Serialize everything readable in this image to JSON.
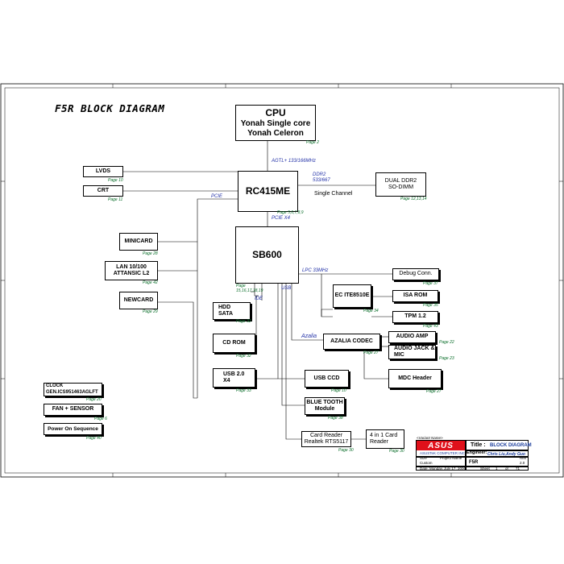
{
  "diagram_title": "F5R BLOCK DIAGRAM",
  "cpu": {
    "lines": [
      "CPU",
      "Yonah Single core",
      "Yonah Celeron"
    ],
    "page": "Page 2"
  },
  "agtl": "AGTL+ 133/166MHz",
  "rc415": {
    "label": "RC415ME",
    "page": "Page 5,6,7,8,9"
  },
  "ddr": {
    "speed1": "DDR2",
    "speed2": "533/667",
    "channel": "Single Channel",
    "box1": "DUAL DDR2",
    "box2": "SO-DIMM",
    "page": "Page 12,13,14"
  },
  "lvds": {
    "label": "LVDS",
    "page": "Page 10"
  },
  "crt": {
    "label": "CRT",
    "page": "Page 11"
  },
  "pcie_label": "PCIE",
  "pcie_x4": "PCIE X4",
  "minicard": {
    "label": "MINICARD",
    "page": "Page 28"
  },
  "lan": {
    "line1": "LAN 10/100",
    "line2": "ATTANSIC L2",
    "page": "Page 42"
  },
  "newcard": {
    "label": "NEWCARD",
    "page": "Page 29"
  },
  "sb600": {
    "label": "SB600",
    "page1": "Page",
    "page2": "15,16,17,18,19"
  },
  "ide_label": "IDE",
  "usb_label": "USB",
  "lpc_label": "LPC 33MHz",
  "hdd": {
    "line1": "HDD",
    "line2": "SATA",
    "page": "Page 32"
  },
  "cdrom": {
    "label": "CD ROM",
    "page": "Page 32"
  },
  "usb20": {
    "line1": "USB 2.0",
    "line2": "X4",
    "page": "Page 33"
  },
  "debug": {
    "label": "Debug Conn.",
    "page": "Page 37"
  },
  "ec": {
    "label": "EC ITE8510E",
    "page": "Page 34"
  },
  "isarom": {
    "label": "ISA ROM",
    "page": "Page 35"
  },
  "tpm": {
    "label": "TPM 1.2",
    "page": "Page 43"
  },
  "azalia_label": "Azalia",
  "azalia": {
    "label": "AZALIA CODEC",
    "page": "Page 27"
  },
  "audioamp": {
    "label": "AUDIO AMP",
    "page": "Page 22"
  },
  "audiojack": {
    "line1": "AUDIO JACK &",
    "line2": "MIC",
    "page": "Page 23"
  },
  "mdc": {
    "label": "MDC Header",
    "page": "Page 27"
  },
  "usbccd": {
    "label": "USB CCD",
    "page": "Page 10"
  },
  "bt": {
    "line1": "BLUE TOOTH",
    "line2": "Module",
    "page": "Page 38"
  },
  "cardreader": {
    "line1": "Card Reader",
    "line2": "Realtek RTS5117",
    "page": "Page 30"
  },
  "fourinone": {
    "line1": "4 in 1 Card",
    "line2": "Reader",
    "page": "Page 30"
  },
  "clock": {
    "line1": "CLOCK",
    "line2": "GEN.ICS951463AGLFT",
    "page": "Page 20"
  },
  "fan": {
    "label": "FAN + SENSOR",
    "page": "Page 6"
  },
  "power": {
    "label": "Power On Sequence",
    "page": "Page 40"
  },
  "titleblock": {
    "variant": "<Variant Name>",
    "logo": "ASUS",
    "title_key": "Title :",
    "title_val": "BLOCK DIAGRAM",
    "engineer_key": "Engineer:",
    "engineer_val": "Chris  Liu,Andy  Guo",
    "company": "ASUSTeK COMPUTER INC",
    "size_key": "Size",
    "size_val": "Custom",
    "project_key": "Project Name",
    "project_val": "F5R",
    "rev_key": "Rev",
    "rev_val": "2.0",
    "date": "Date:  Monday, July 17, 2006",
    "sheet_key": "Sheet",
    "sheet_num": "1",
    "sheet_of": "of",
    "sheet_total": "71"
  },
  "colors": {
    "page_ref": "#0a6e2a",
    "bus_label": "#2433a8",
    "logo_red": "#e0101a",
    "logo_blue": "#1a3c9c"
  }
}
